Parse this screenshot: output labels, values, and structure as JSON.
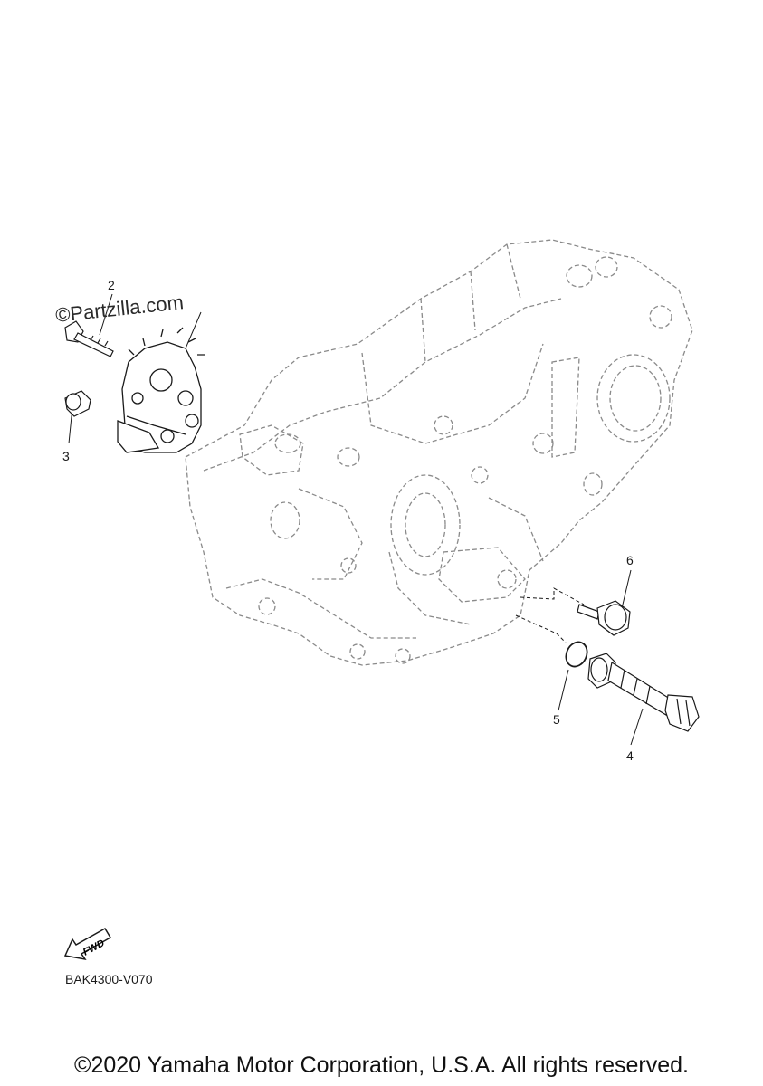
{
  "watermark": "©Partzilla.com",
  "callouts": [
    {
      "id": "1",
      "label": "2"
    },
    {
      "id": "2",
      "label": "3"
    },
    {
      "id": "3",
      "label": "6"
    },
    {
      "id": "4",
      "label": "5"
    },
    {
      "id": "5",
      "label": "4"
    }
  ],
  "fwd_label": "FWD",
  "diagram_code": "BAK4300-V070",
  "copyright": "©2020 Yamaha Motor Corporation, U.S.A. All rights reserved.",
  "colors": {
    "line": "#7a7a7a",
    "part": "#1a1a1a",
    "background": "#ffffff"
  }
}
